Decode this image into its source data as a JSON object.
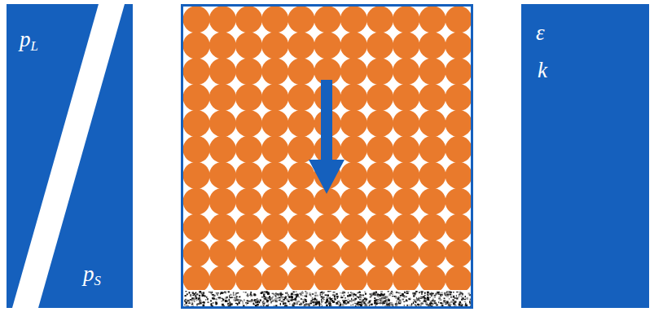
{
  "diagram": {
    "nodes": [
      {
        "text": [
          "pL",
          "pS"
        ]
      },
      {
        "text": [
          "ε",
          "k"
        ]
      }
    ]
  }
}
